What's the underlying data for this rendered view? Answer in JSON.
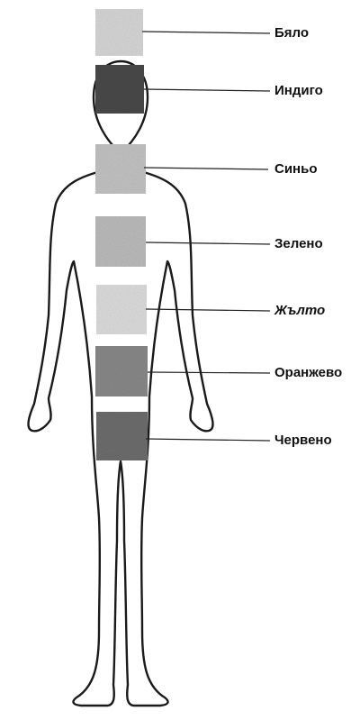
{
  "chakras": [
    {
      "label": "Бяло",
      "tone": "#d8d8d8"
    },
    {
      "label": "Индиго",
      "tone": "#4a4a4a"
    },
    {
      "label": "Синьо",
      "tone": "#c4c4c4"
    },
    {
      "label": "Зелено",
      "tone": "#bdbdbd"
    },
    {
      "label": "Жълто",
      "tone": "#dedede"
    },
    {
      "label": "Оранжево",
      "tone": "#8a8a8a"
    },
    {
      "label": "Червено",
      "tone": "#6e6e6e"
    }
  ]
}
